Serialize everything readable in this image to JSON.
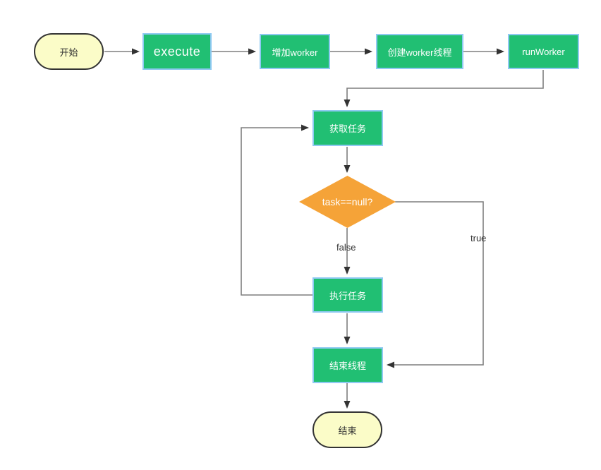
{
  "diagram": {
    "type": "flowchart",
    "nodes": [
      {
        "id": "start",
        "type": "terminator",
        "label": "开始"
      },
      {
        "id": "execute",
        "type": "process",
        "label": "execute"
      },
      {
        "id": "add-worker",
        "type": "process",
        "label": "增加worker"
      },
      {
        "id": "create-worker-thread",
        "type": "process",
        "label": "创建worker线程"
      },
      {
        "id": "run-worker",
        "type": "process",
        "label": "runWorker"
      },
      {
        "id": "get-task",
        "type": "process",
        "label": "获取任务"
      },
      {
        "id": "task-null-check",
        "type": "decision",
        "label": "task==null?"
      },
      {
        "id": "execute-task",
        "type": "process",
        "label": "执行任务"
      },
      {
        "id": "end-thread",
        "type": "process",
        "label": "结束线程"
      },
      {
        "id": "end",
        "type": "terminator",
        "label": "结束"
      }
    ],
    "edges": [
      {
        "from": "start",
        "to": "execute",
        "label": ""
      },
      {
        "from": "execute",
        "to": "add-worker",
        "label": ""
      },
      {
        "from": "add-worker",
        "to": "create-worker-thread",
        "label": ""
      },
      {
        "from": "create-worker-thread",
        "to": "run-worker",
        "label": ""
      },
      {
        "from": "run-worker",
        "to": "get-task",
        "label": ""
      },
      {
        "from": "get-task",
        "to": "task-null-check",
        "label": ""
      },
      {
        "from": "task-null-check",
        "to": "execute-task",
        "label": "false"
      },
      {
        "from": "task-null-check",
        "to": "end-thread",
        "label": "true"
      },
      {
        "from": "execute-task",
        "to": "end-thread",
        "label": ""
      },
      {
        "from": "execute-task",
        "to": "get-task",
        "label": ""
      },
      {
        "from": "end-thread",
        "to": "end",
        "label": ""
      }
    ],
    "colors": {
      "node_green": "#21bf73",
      "node_green_border": "#8fc9f2",
      "terminator_fill": "#fbfcc8",
      "terminator_border": "#333333",
      "decision_fill": "#f5a338",
      "line_gray": "#7f7f7f",
      "arrow_dark": "#333333",
      "label_dark": "#333333"
    }
  }
}
